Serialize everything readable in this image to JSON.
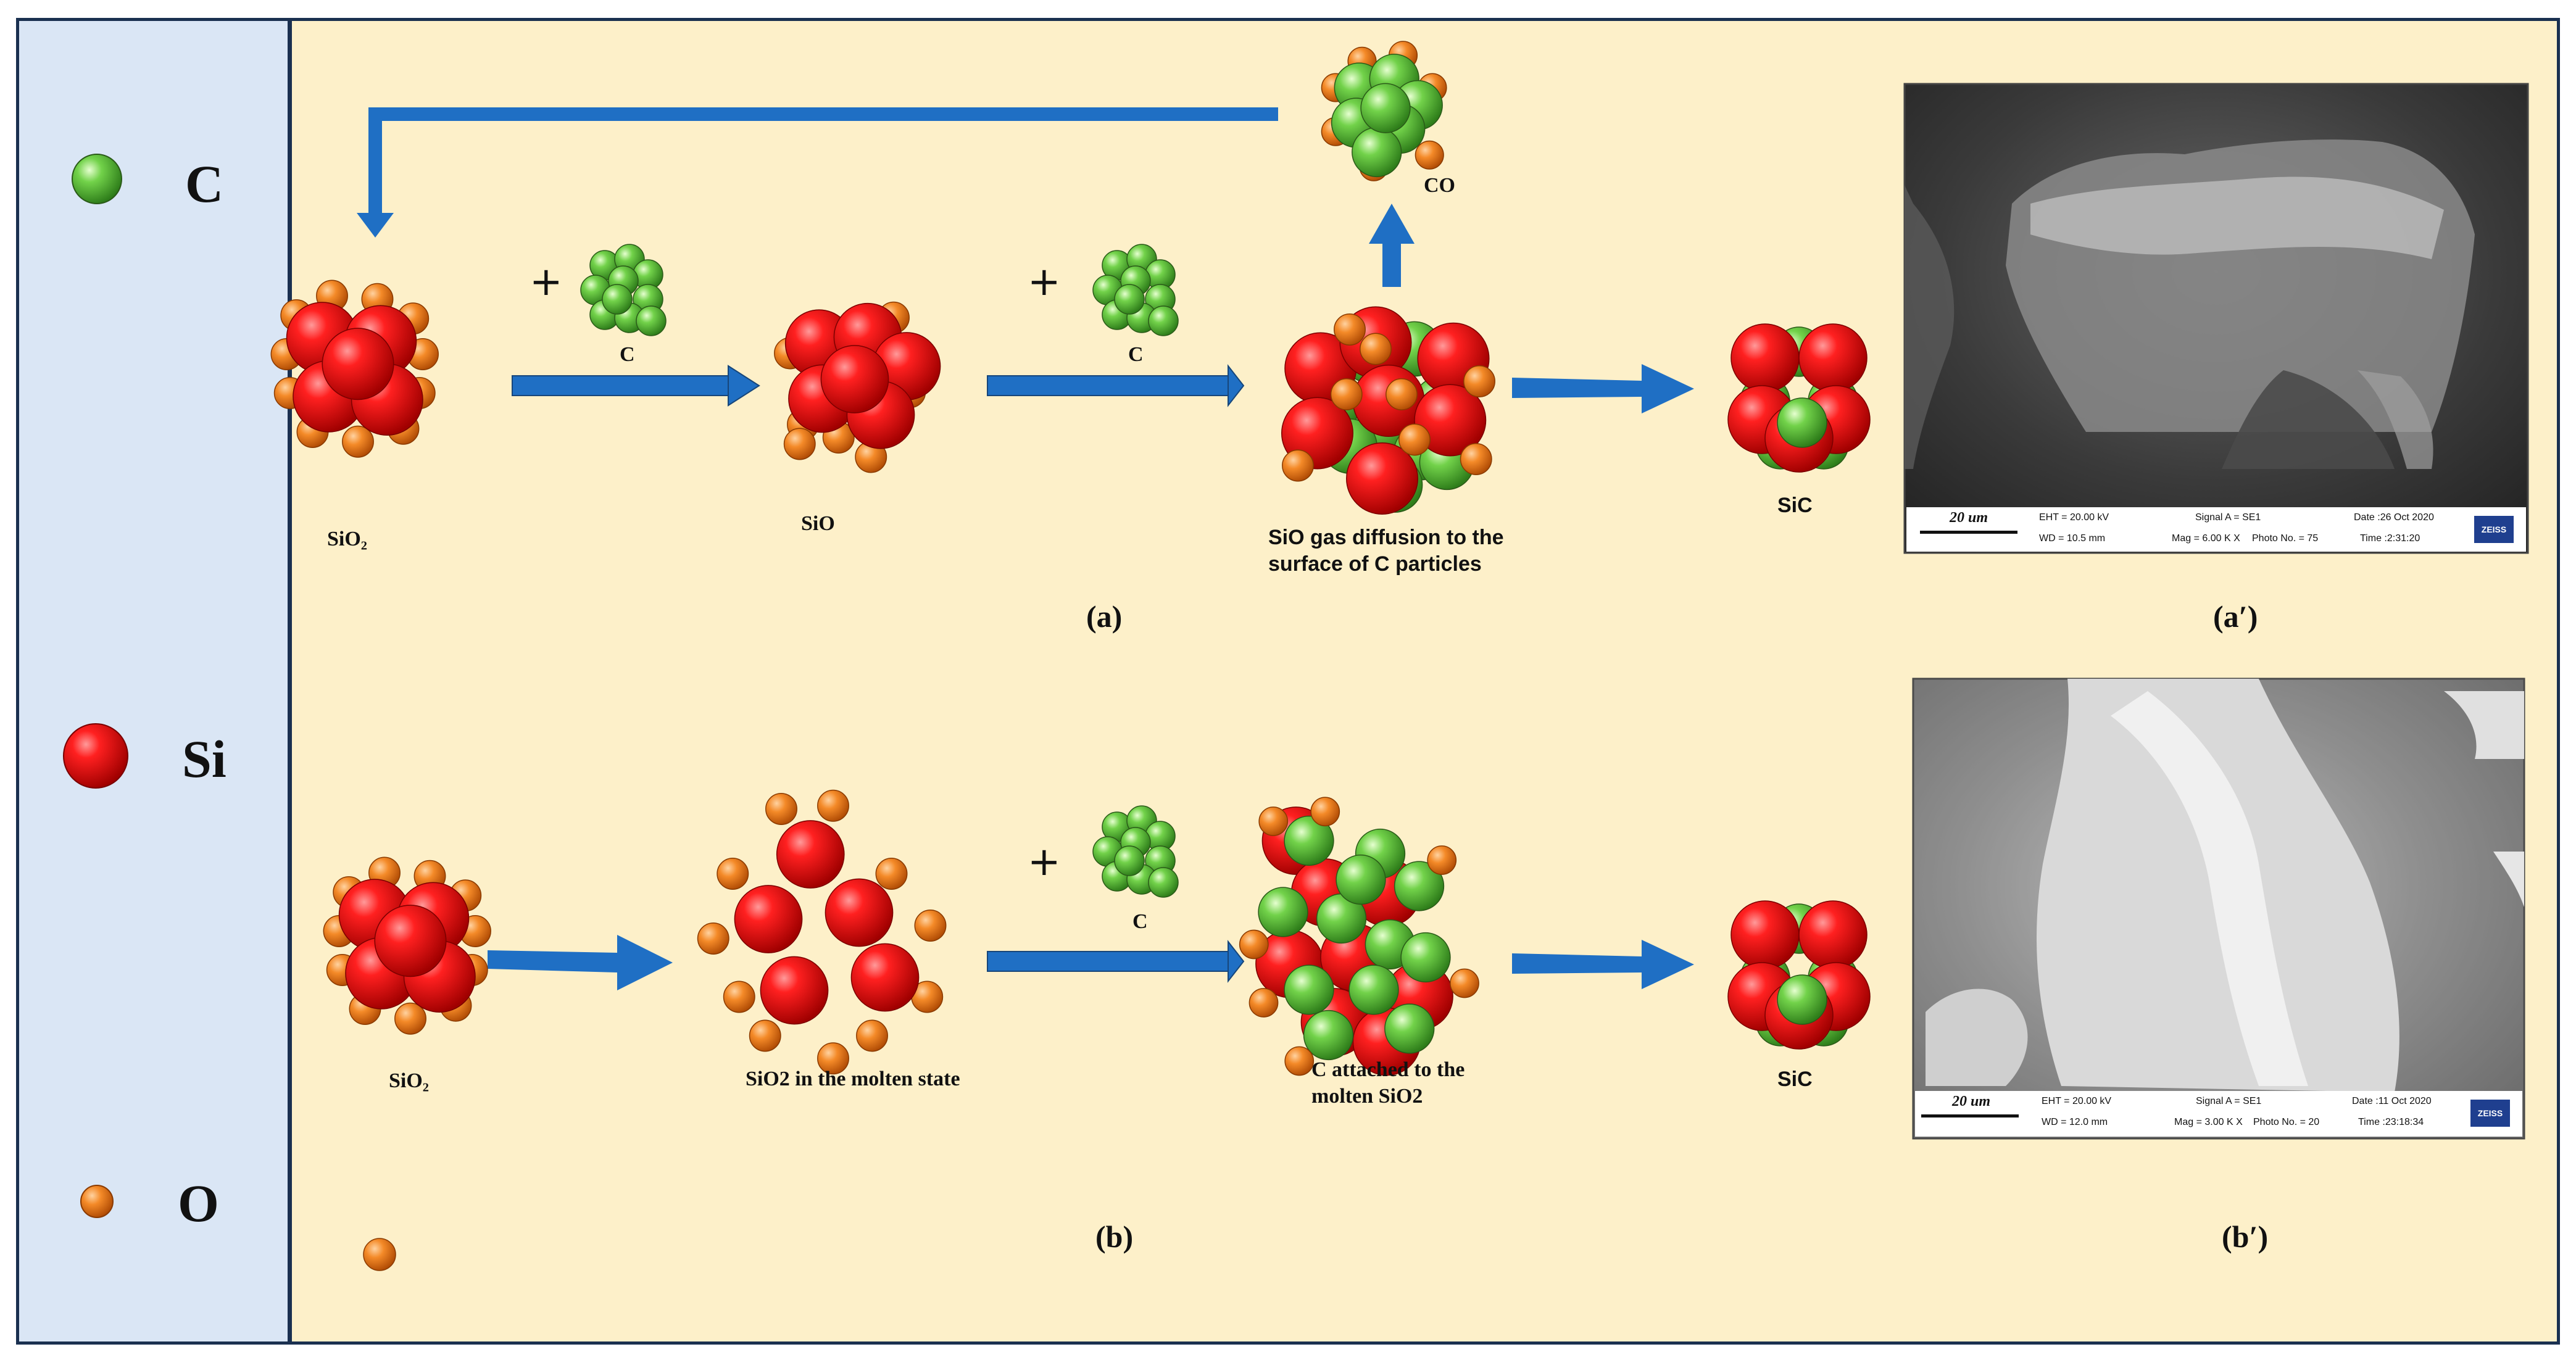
{
  "legend": {
    "carbon": "C",
    "silicon": "Si",
    "oxygen": "O"
  },
  "row_a": {
    "sio2_label": "SiO₂",
    "c_label_1": "C",
    "sio_label": "SiO",
    "c_label_2": "C",
    "co_label": "CO",
    "diffusion_label_line1": "SiO gas diffusion to the",
    "diffusion_label_line2": "surface of C particles",
    "sic_label": "SiC",
    "caption": "(a)",
    "sem_caption": "(a′)"
  },
  "row_b": {
    "sio2_label": "SiO₂",
    "molten_label": "SiO2 in the molten state",
    "c_label": "C",
    "attached_label_line1": "C attached to the",
    "attached_label_line2": "molten SiO2",
    "sic_label": "SiC",
    "caption": "(b)",
    "sem_caption": "(b′)"
  },
  "plus_sign": "+",
  "sem_a": {
    "scale": "20 um",
    "eht": "EHT = 20.00 kV",
    "wd": "WD = 10.5 mm",
    "signal": "Signal A = SE1",
    "mag": "Mag =  6.00 K X",
    "photo": "Photo No. = 75",
    "date": "Date :26 Oct 2020",
    "time": "Time :2:31:20",
    "brand": "ZEISS"
  },
  "sem_b": {
    "scale": "20 um",
    "eht": "EHT = 20.00 kV",
    "wd": "WD = 12.0 mm",
    "signal": "Signal A = SE1",
    "mag": "Mag =  3.00 K X",
    "photo": "Photo No. = 20",
    "date": "Date :11 Oct 2020",
    "time": "Time :23:18:34",
    "brand": "ZEISS"
  },
  "colors": {
    "background": "#fdf0c9",
    "legend_panel": "#dae6f5",
    "arrow": "#1f6fc4",
    "silicon": "#e01010",
    "carbon": "#5cc23a",
    "oxygen": "#f07a1a",
    "border": "#1a3050"
  }
}
